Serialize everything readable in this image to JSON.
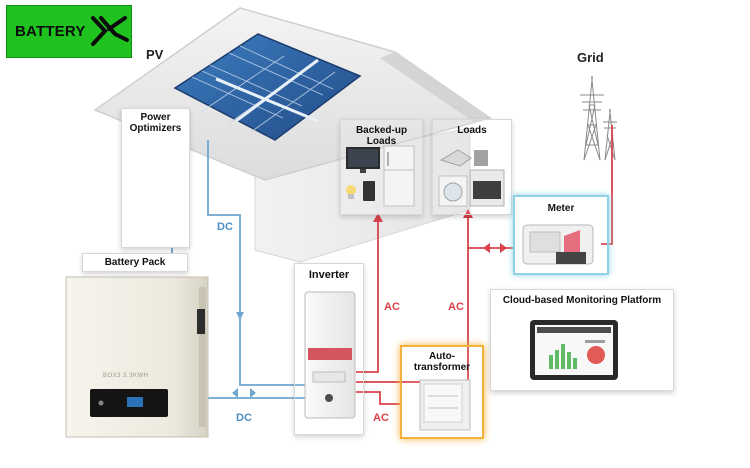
{
  "brand": {
    "logo_text": "BATTERY"
  },
  "labels": {
    "pv": "PV",
    "grid": "Grid",
    "power_optimizers_line1": "Power",
    "power_optimizers_line2": "Optimizers",
    "backed_up_loads": "Backed-up Loads",
    "loads": "Loads",
    "meter": "Meter",
    "battery_pack": "Battery Pack",
    "inverter": "Inverter",
    "autotransformer_line1": "Auto-",
    "autotransformer_line2": "transformer",
    "cloud_platform": "Cloud-based Monitoring Platform",
    "battery_device_text": "BOX3 3.3KWH"
  },
  "connections": {
    "dc_top": "DC",
    "dc_bottom": "DC",
    "ac_backed_up": "AC",
    "ac_loads": "AC",
    "ac_auto": "AC"
  },
  "colors": {
    "dc": "#6fa5cf",
    "ac": "#d9424a",
    "logo_bg": "#1fc21f",
    "meter_glow": "#8fd2e6",
    "auto_glow": "#f3b13c"
  }
}
